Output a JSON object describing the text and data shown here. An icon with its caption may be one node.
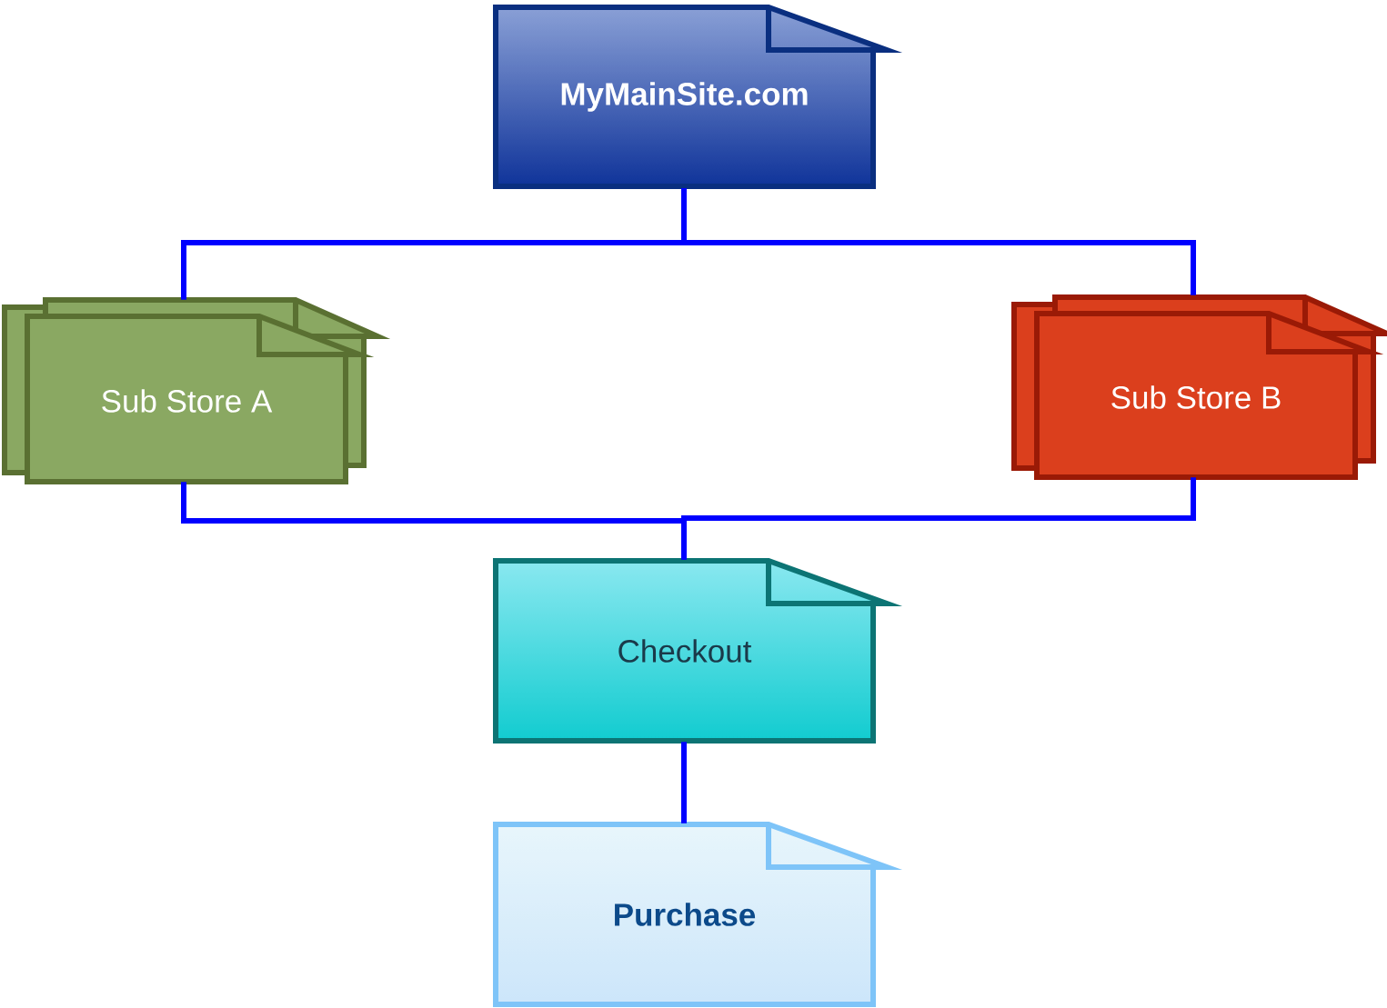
{
  "diagram": {
    "nodes": [
      {
        "text": [
          "MyMainSite.com"
        ]
      },
      {
        "text": [
          "Sub Store A"
        ]
      },
      {
        "text": [
          "Sub Store B"
        ]
      },
      {
        "text": [
          "Checkout"
        ]
      },
      {
        "text": [
          "Purchase"
        ]
      }
    ],
    "edges": [
      {
        "from": 0,
        "to": 1,
        "arrow": "none"
      },
      {
        "from": 0,
        "to": 2,
        "arrow": "none"
      },
      {
        "from": 1,
        "to": 3,
        "arrow": "none"
      },
      {
        "from": 2,
        "to": 3,
        "arrow": "none"
      },
      {
        "from": 3,
        "to": 4,
        "arrow": "none"
      }
    ]
  }
}
